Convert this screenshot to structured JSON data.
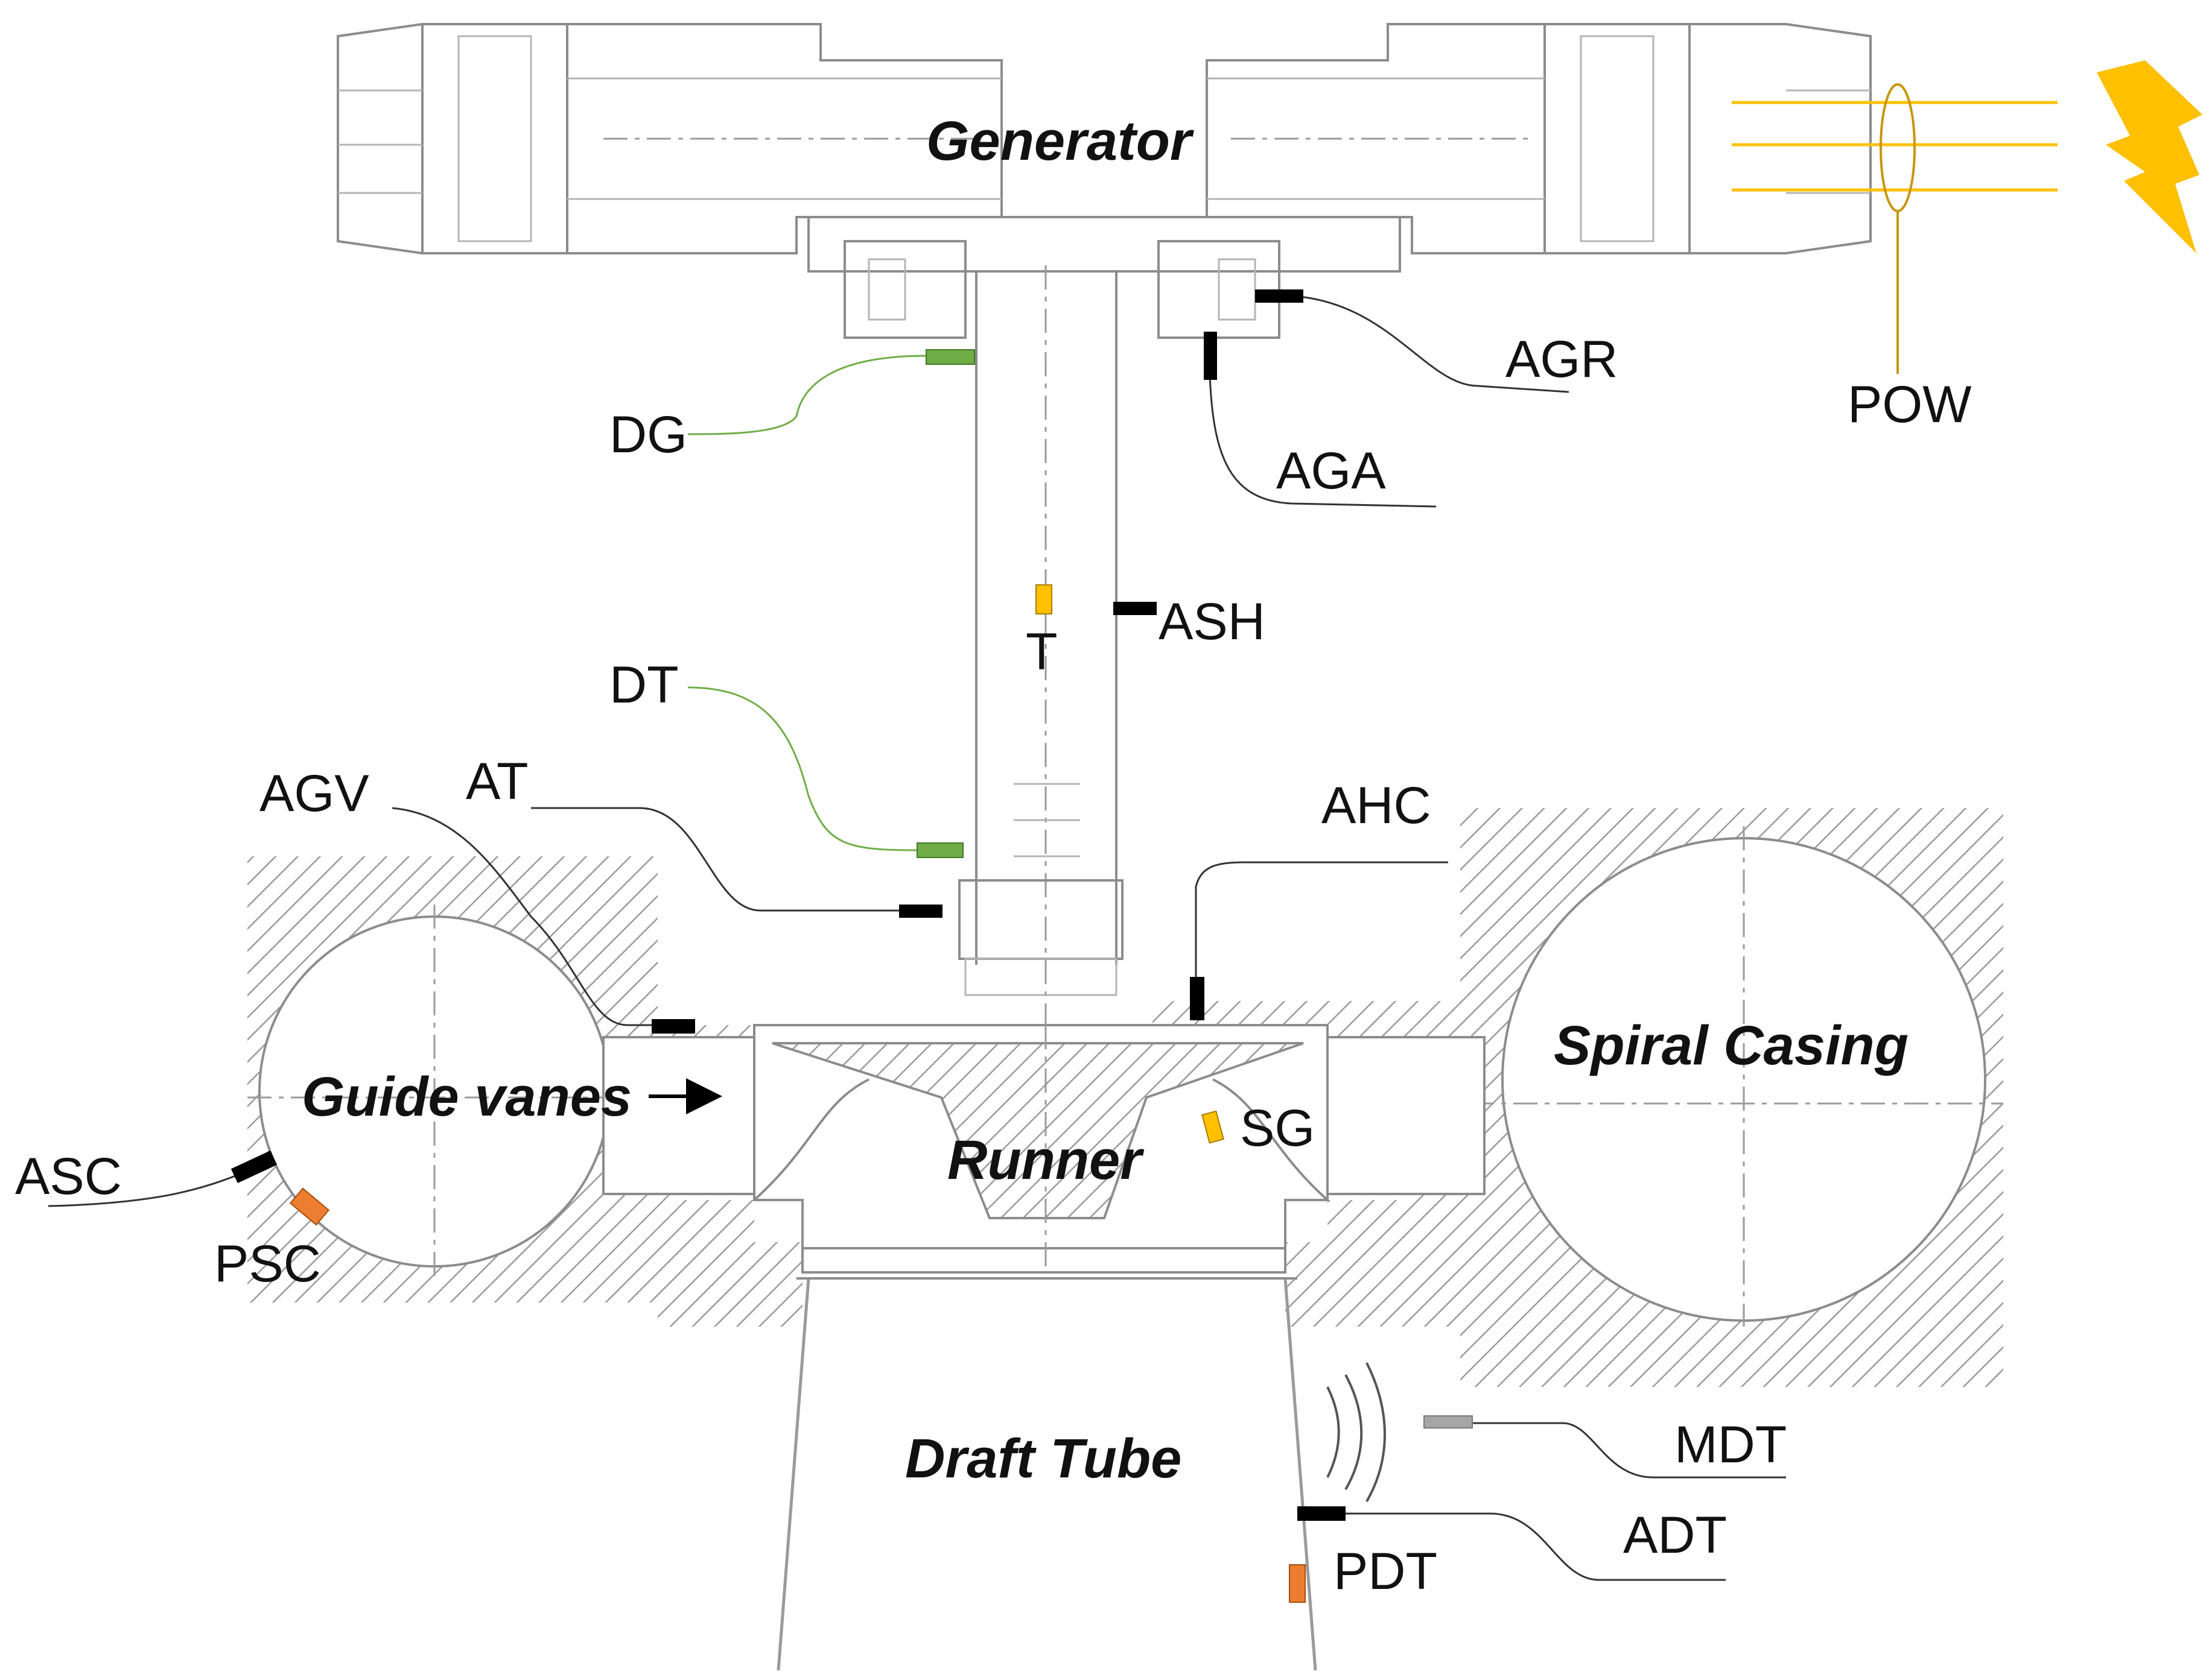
{
  "regions": {
    "generator": "Generator",
    "guide_vanes": "Guide vanes",
    "runner": "Runner",
    "spiral_casing": "Spiral Casing",
    "draft_tube": "Draft Tube"
  },
  "sensors": {
    "agr": "AGR",
    "pow": "POW",
    "dg": "DG",
    "aga": "AGA",
    "ash": "ASH",
    "t": "T",
    "dt": "DT",
    "agv": "AGV",
    "at": "AT",
    "ahc": "AHC",
    "asc": "ASC",
    "psc": "PSC",
    "sg": "SG",
    "mdt": "MDT",
    "adt": "ADT",
    "pdt": "PDT"
  },
  "colors": {
    "accelerometer": "#000000",
    "displacement": "#70ad47",
    "strain_torque": "#ffc000",
    "pressure": "#ed7d31",
    "microphone": "#a6a6a6",
    "power": "#c8960c",
    "lightning": "#ffc000"
  },
  "icons": {
    "power": "lightning-bolt-icon"
  }
}
